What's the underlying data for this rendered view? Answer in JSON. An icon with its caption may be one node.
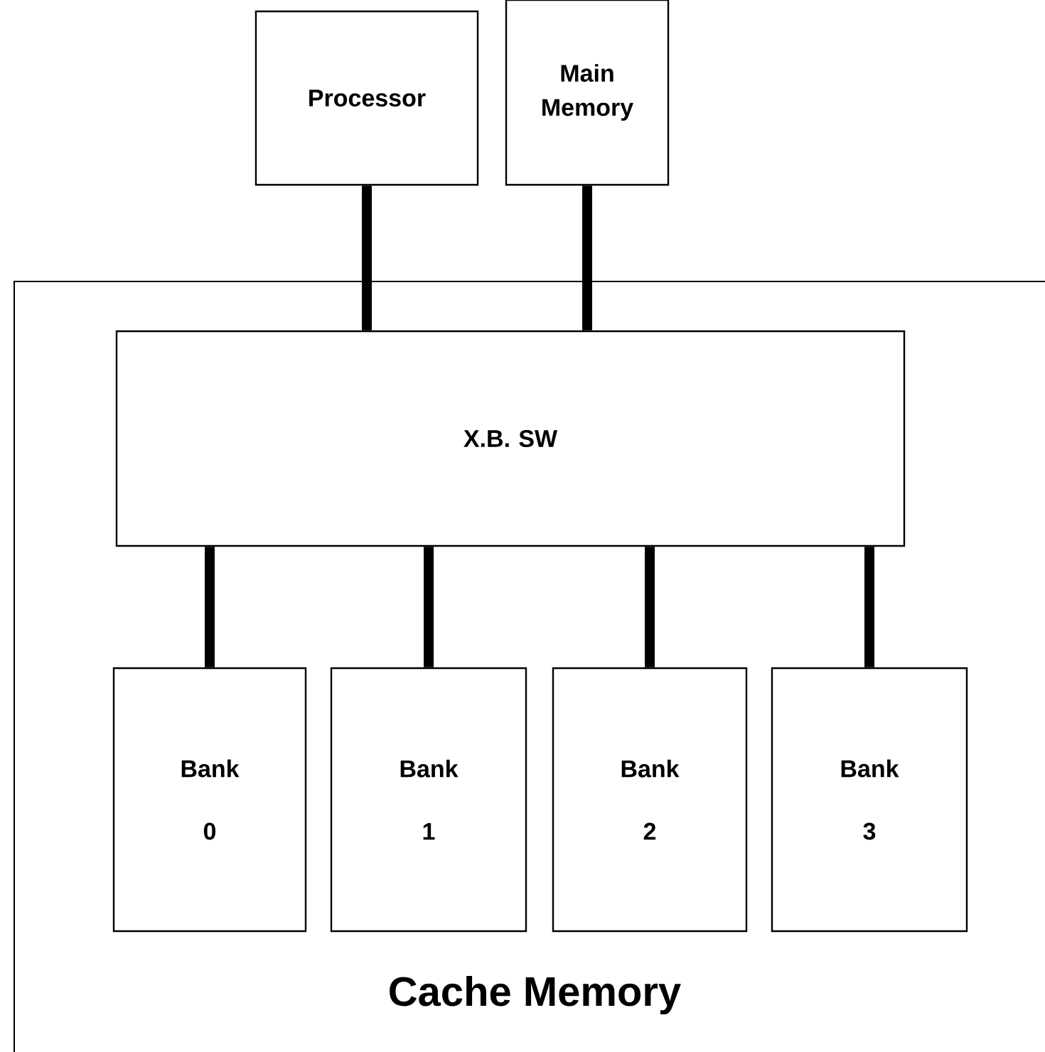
{
  "diagram": {
    "nodes": [
      {
        "text": [
          "Processor"
        ]
      },
      {
        "text": [
          "Main Memory"
        ]
      },
      {
        "text": [
          "Cache Memory"
        ]
      },
      {
        "text": [
          "X.B. SW"
        ],
        "in": 2
      },
      {
        "text": [
          "Bank 0"
        ],
        "in": 2
      },
      {
        "text": [
          "Bank 1"
        ],
        "in": 2
      },
      {
        "text": [
          "Bank 2"
        ],
        "in": 2
      },
      {
        "text": [
          "Bank 3"
        ],
        "in": 2
      }
    ],
    "edges": [
      {
        "from": 0,
        "to": 3,
        "arrow": "none"
      },
      {
        "from": 1,
        "to": 3,
        "arrow": "none"
      },
      {
        "from": 3,
        "to": 4,
        "arrow": "none"
      },
      {
        "from": 3,
        "to": 5,
        "arrow": "none"
      },
      {
        "from": 3,
        "to": 6,
        "arrow": "none"
      },
      {
        "from": 3,
        "to": 7,
        "arrow": "none"
      }
    ]
  }
}
